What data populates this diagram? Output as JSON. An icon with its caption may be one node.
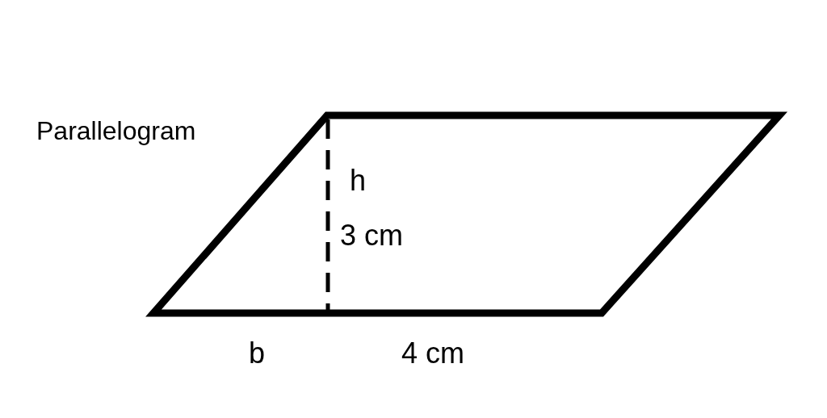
{
  "diagram": {
    "labels": [
      "Parallelogram",
      "h",
      "3 cm",
      "b",
      "4 cm"
    ]
  }
}
